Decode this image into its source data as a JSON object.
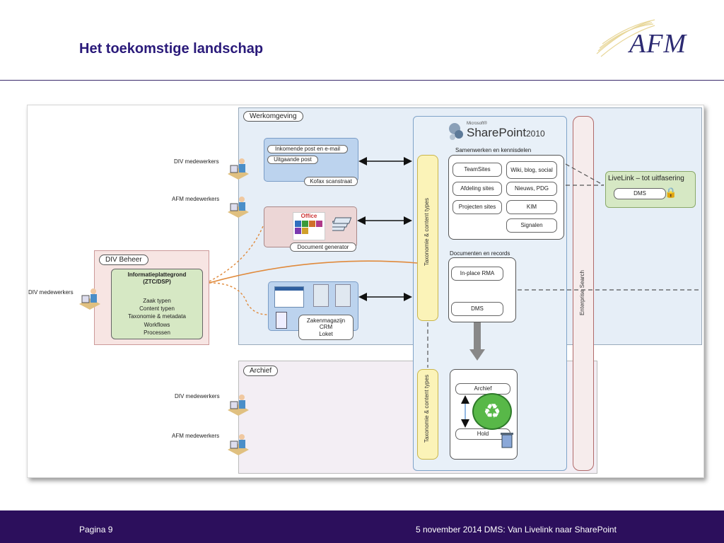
{
  "slide": {
    "title": "Het toekomstige landschap",
    "logo_text": "AFM",
    "footer_page": "Pagina 9",
    "footer_info": "5 november 2014 DMS: Van Livelink naar SharePoint"
  },
  "colors": {
    "brand_purple": "#2c0f5c",
    "title_color": "#2a1a7a",
    "werkomgeving_bg": "#e6eef7",
    "archief_bg": "#f3eef4",
    "div_beheer_bg": "#f7e5e3",
    "green_box": "#d6e8c4",
    "yellow_band": "#fbf3b8",
    "blue_box": "#bcd3ee",
    "pink_box": "#ecd6d6",
    "livelink_bg": "#d6e8c4",
    "orange_line": "#e08a3c"
  },
  "diagram": {
    "werkomgeving_label": "Werkomgeving",
    "archief_label": "Archief",
    "div_beheer": {
      "title": "DIV Beheer",
      "heading": "Informatieplattegrond (ZTC/DSP)",
      "items": [
        "Zaak typen",
        "Content typen",
        "Taxonomie & metadata",
        "Workflows",
        "Processen"
      ]
    },
    "people": {
      "div_top": "DIV medewerkers",
      "afm_top": "AFM medewerkers",
      "div_beheer": "DIV medewerkers",
      "div_archief": "DIV medewerkers",
      "afm_archief": "AFM medewerkers"
    },
    "inbound": {
      "mail": "Inkomende post en e-mail",
      "outbound": "Uitgaande post",
      "scan": "Kofax scanstraat"
    },
    "docgen": {
      "office": "Office",
      "label": "Document generator"
    },
    "zaken": {
      "label": "Zakenmagazijn\nCRM\nLoket"
    },
    "sharepoint": {
      "ms": "Microsoft®",
      "name": "SharePoint",
      "version": "2010",
      "collab_title": "Samenwerken en kennisdelen",
      "collab_items": [
        "TeamSites",
        "Wiki, blog, social",
        "Afdeling sites",
        "Nieuws, PDG",
        "Projecten sites",
        "KIM",
        "Signalen"
      ],
      "records_title": "Documenten en records",
      "records_items": [
        "In-place RMA",
        "DMS"
      ],
      "archive_items": [
        "Archief",
        "Hold"
      ]
    },
    "taxonomy_label": "Taxonomie & content types",
    "enterprise_search": "Enterprise Search",
    "livelink": {
      "title": "LiveLink – tot uitfasering",
      "dms": "DMS"
    }
  }
}
